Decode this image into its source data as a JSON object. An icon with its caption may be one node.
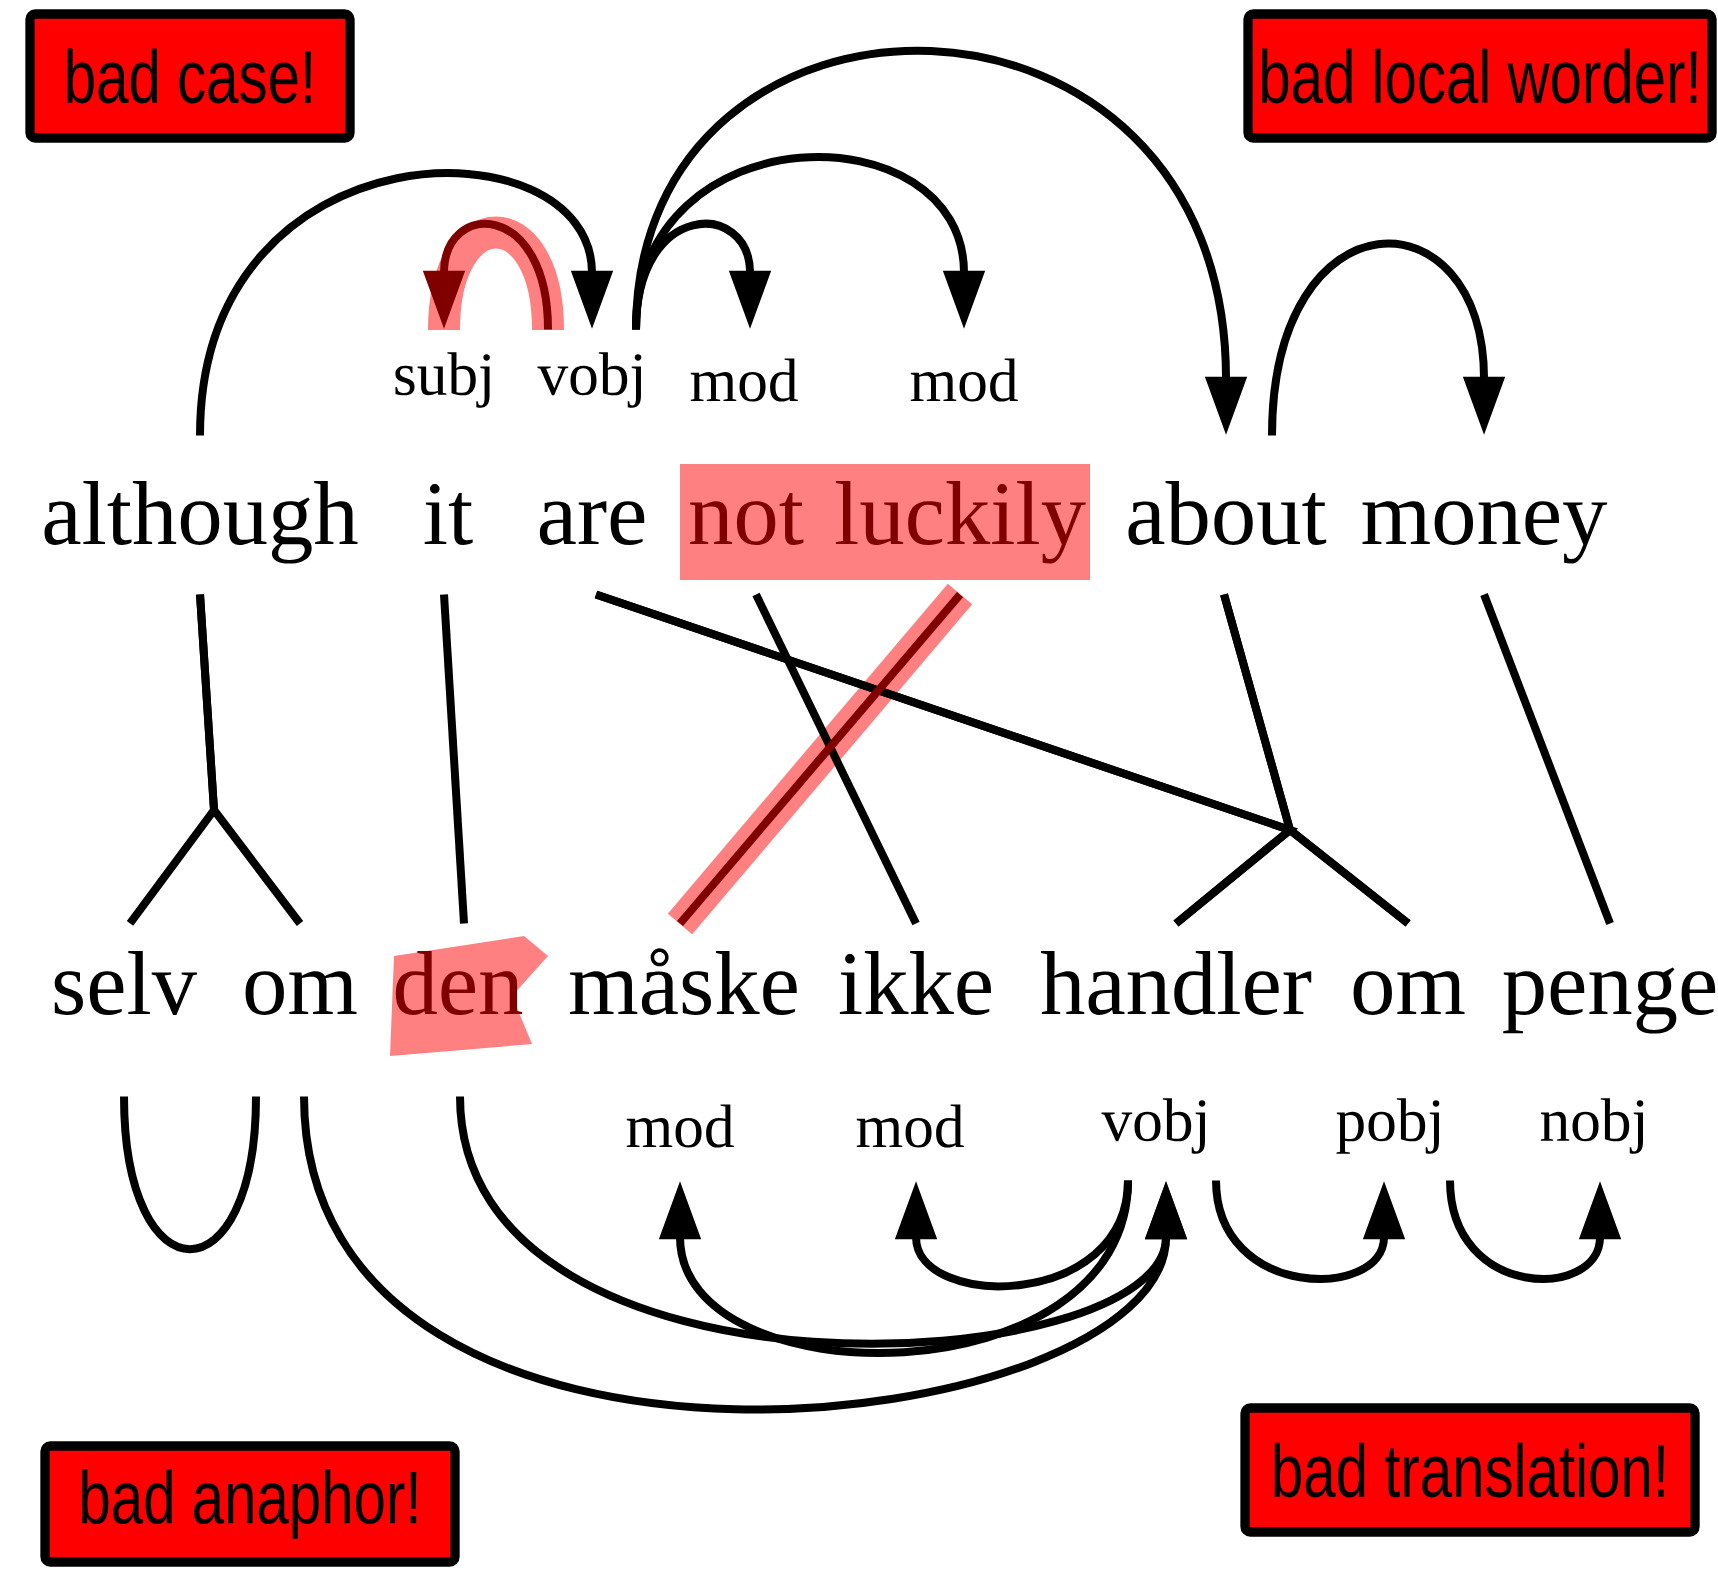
{
  "diagram": {
    "nodes": [
      {
        "text": [
          "bad case!"
        ]
      },
      {
        "text": [
          "although"
        ]
      },
      {
        "text": [
          "it"
        ],
        "beside": [
          "subj"
        ]
      },
      {
        "text": [
          "are"
        ],
        "beside": [
          "vobj"
        ]
      },
      {
        "text": [
          "not"
        ],
        "beside": [
          "mod"
        ]
      },
      {
        "text": [
          "luckily"
        ],
        "beside": [
          "mod"
        ]
      },
      {
        "text": [
          "about"
        ]
      },
      {
        "text": [
          "money"
        ]
      },
      {
        "text": [
          "bad local worder!"
        ]
      },
      {
        "text": [
          "bad translation!"
        ]
      },
      {
        "text": [
          "selv"
        ]
      },
      {
        "text": [
          "om"
        ]
      },
      {
        "text": [
          "den"
        ]
      },
      {
        "text": [
          "måske"
        ],
        "beside": [
          "mod"
        ]
      },
      {
        "text": [
          "ikke"
        ],
        "beside": [
          "mod"
        ]
      },
      {
        "text": [
          "handler"
        ],
        "beside": [
          "vobj"
        ]
      },
      {
        "text": [
          "om"
        ],
        "beside": [
          "pobj"
        ]
      },
      {
        "text": [
          "penge"
        ],
        "beside": [
          "nobj"
        ]
      },
      {
        "text": [
          "bad anaphor!"
        ]
      }
    ],
    "edges": [
      {
        "from": 1,
        "to": 3,
        "arrow": "to"
      },
      {
        "from": 3,
        "to": 2,
        "arrow": "to",
        "color": "#800000"
      },
      {
        "from": 3,
        "to": 4,
        "arrow": "to"
      },
      {
        "from": 3,
        "to": 5,
        "arrow": "to"
      },
      {
        "from": 3,
        "to": 6,
        "arrow": "to"
      },
      {
        "from": 6,
        "to": 7,
        "arrow": "to"
      },
      {
        "from": 1,
        "to": 10,
        "arrow": "none"
      },
      {
        "from": 1,
        "to": 11,
        "arrow": "none"
      },
      {
        "from": 2,
        "to": 12,
        "arrow": "none"
      },
      {
        "from": 3,
        "to": 15,
        "arrow": "none"
      },
      {
        "from": 3,
        "to": 16,
        "arrow": "none"
      },
      {
        "from": 6,
        "to": 15,
        "arrow": "none"
      },
      {
        "from": 6,
        "to": 16,
        "arrow": "none"
      },
      {
        "from": 4,
        "to": 14,
        "arrow": "none"
      },
      {
        "from": 5,
        "to": 13,
        "arrow": "none",
        "color": "#800000"
      },
      {
        "from": 7,
        "to": 17,
        "arrow": "none"
      },
      {
        "from": 10,
        "to": 11,
        "arrow": "none"
      },
      {
        "from": 11,
        "to": 15,
        "arrow": "to"
      },
      {
        "from": 12,
        "to": 15,
        "arrow": "to"
      },
      {
        "from": 15,
        "to": 13,
        "arrow": "to"
      },
      {
        "from": 15,
        "to": 14,
        "arrow": "to"
      },
      {
        "from": 15,
        "to": 16,
        "arrow": "to"
      },
      {
        "from": 16,
        "to": 17,
        "arrow": "to"
      }
    ]
  }
}
